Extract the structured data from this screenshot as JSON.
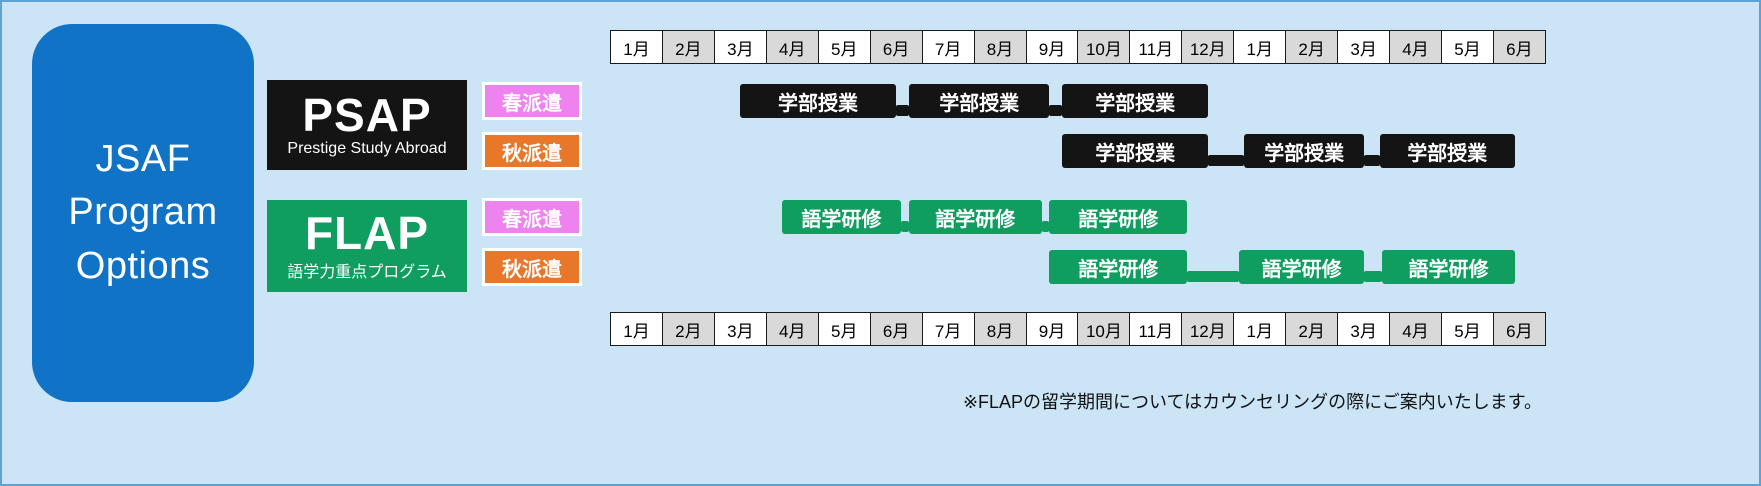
{
  "page": {
    "background": "#cbe5f6",
    "border_color": "#5ea1d4"
  },
  "left_panel": {
    "title_lines": [
      "JSAF",
      "Program",
      "Options"
    ],
    "color": "#1173c6",
    "text_color": "#ffffff"
  },
  "programs": [
    {
      "id": "psap",
      "name": "PSAP",
      "subtitle": "Prestige Study Abroad",
      "color": "#141414",
      "tags": [
        {
          "label": "春派遣",
          "color": "#ee82ee"
        },
        {
          "label": "秋派遣",
          "color": "#e8772a"
        }
      ]
    },
    {
      "id": "flap",
      "name": "FLAP",
      "subtitle": "語学力重点プログラム",
      "color": "#0f9d60",
      "tags": [
        {
          "label": "春派遣",
          "color": "#ee82ee"
        },
        {
          "label": "秋派遣",
          "color": "#e8772a"
        }
      ]
    }
  ],
  "timeline": {
    "months": [
      "1月",
      "2月",
      "3月",
      "4月",
      "5月",
      "6月",
      "7月",
      "8月",
      "9月",
      "10月",
      "11月",
      "12月",
      "1月",
      "2月",
      "3月",
      "4月",
      "5月",
      "6月"
    ],
    "cell_white": "#ffffff",
    "cell_gray": "#d9d9d9",
    "rows": [
      {
        "id": "psap-spring",
        "program": "PSAP",
        "dispatch": "春派遣",
        "bar_label": "学部授業",
        "color": "#141414",
        "bars": [
          {
            "start": 2.5,
            "end": 5.5
          },
          {
            "start": 5.75,
            "end": 8.45
          },
          {
            "start": 8.7,
            "end": 11.5
          }
        ],
        "connectors": [
          {
            "start": 5.5,
            "end": 5.75
          },
          {
            "start": 8.45,
            "end": 8.7
          }
        ]
      },
      {
        "id": "psap-fall",
        "program": "PSAP",
        "dispatch": "秋派遣",
        "bar_label": "学部授業",
        "color": "#141414",
        "bars": [
          {
            "start": 8.7,
            "end": 11.5
          },
          {
            "start": 12.2,
            "end": 14.5
          },
          {
            "start": 14.8,
            "end": 17.4
          }
        ],
        "connectors": [
          {
            "start": 11.5,
            "end": 12.2
          },
          {
            "start": 14.5,
            "end": 14.8
          }
        ]
      },
      {
        "id": "flap-spring",
        "program": "FLAP",
        "dispatch": "春派遣",
        "bar_label": "語学研修",
        "color": "#0f9d60",
        "bars": [
          {
            "start": 3.3,
            "end": 5.6
          },
          {
            "start": 5.75,
            "end": 8.3
          },
          {
            "start": 8.45,
            "end": 11.1
          }
        ],
        "connectors": [
          {
            "start": 5.6,
            "end": 5.75
          },
          {
            "start": 8.3,
            "end": 8.45
          }
        ]
      },
      {
        "id": "flap-fall",
        "program": "FLAP",
        "dispatch": "秋派遣",
        "bar_label": "語学研修",
        "color": "#0f9d60",
        "bars": [
          {
            "start": 8.45,
            "end": 11.1
          },
          {
            "start": 12.1,
            "end": 14.5
          },
          {
            "start": 14.85,
            "end": 17.4
          }
        ],
        "connectors": [
          {
            "start": 11.1,
            "end": 12.1
          },
          {
            "start": 14.5,
            "end": 14.85
          }
        ]
      }
    ]
  },
  "footnote": "※FLAPの留学期間についてはカウンセリングの際にご案内いたします。"
}
